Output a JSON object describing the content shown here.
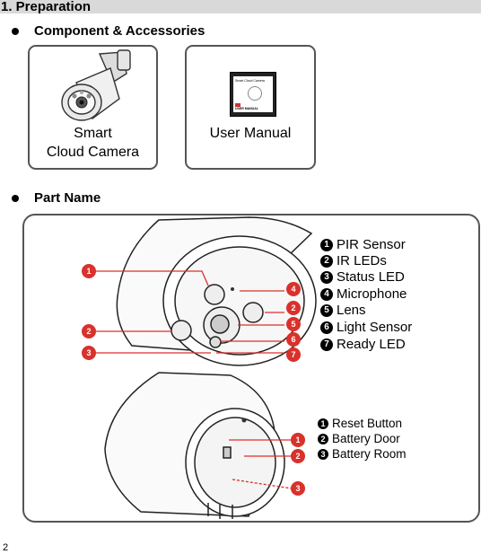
{
  "section": {
    "title": "1. Preparation"
  },
  "bullets": {
    "components": "Component & Accessories",
    "part_name": "Part Name"
  },
  "accessories": {
    "camera_line1": "Smart",
    "camera_line2": "Cloud Camera",
    "manual": "User Manual",
    "manual_cover_title": "Smart Cloud Camera",
    "manual_cover_label": "USER MANUAL"
  },
  "front_legend": [
    {
      "num": "1",
      "label": "PIR Sensor"
    },
    {
      "num": "2",
      "label": "IR LEDs"
    },
    {
      "num": "3",
      "label": "Status LED"
    },
    {
      "num": "4",
      "label": "Microphone"
    },
    {
      "num": "5",
      "label": "Lens"
    },
    {
      "num": "6",
      "label": "Light Sensor"
    },
    {
      "num": "7",
      "label": "Ready LED"
    }
  ],
  "back_legend": [
    {
      "num": "1",
      "label": "Reset Button"
    },
    {
      "num": "2",
      "label": "Battery Door"
    },
    {
      "num": "3",
      "label": "Battery Room"
    }
  ],
  "front_callouts": [
    "1",
    "2",
    "3",
    "4",
    "5",
    "6",
    "7"
  ],
  "back_callouts": [
    "1",
    "2",
    "3"
  ],
  "page_number": "2",
  "colors": {
    "callout": "#d9312b",
    "section_bar": "#d9d9d9",
    "border": "#555555"
  }
}
